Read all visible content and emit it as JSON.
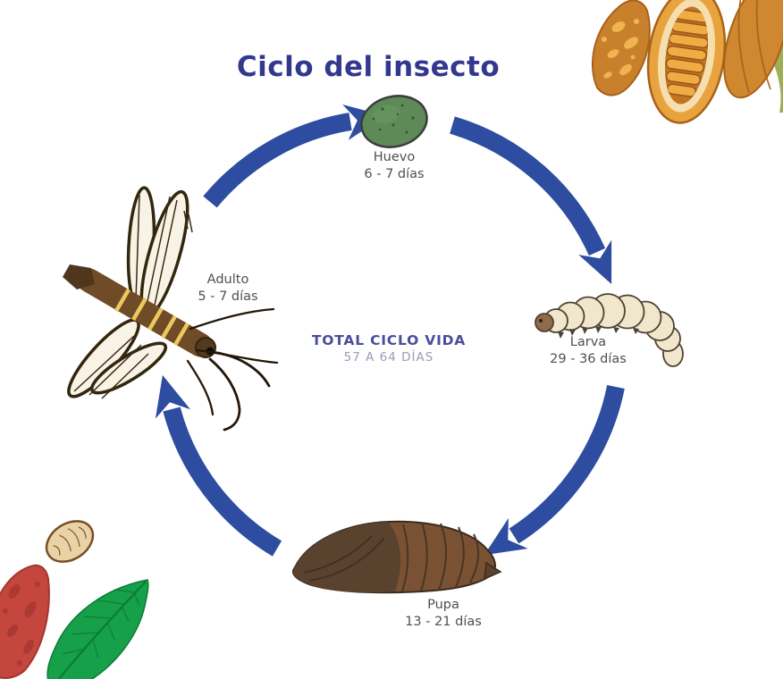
{
  "title": "Ciclo del insecto",
  "cycle": {
    "direction": "clockwise",
    "stages": [
      {
        "id": "huevo",
        "name": "Huevo",
        "duration": "6 - 7 días",
        "position": "top"
      },
      {
        "id": "larva",
        "name": "Larva",
        "duration": "29 - 36 días",
        "position": "right"
      },
      {
        "id": "pupa",
        "name": "Pupa",
        "duration": "13 - 21 días",
        "position": "bottom"
      },
      {
        "id": "adulto",
        "name": "Adulto",
        "duration": "5 - 7 días",
        "position": "left"
      }
    ],
    "total": {
      "label": "TOTAL CICLO VIDA",
      "value": "57 A 64 DÍAS"
    }
  },
  "illustrations": {
    "top": "egg-illustration",
    "right": "larva-illustration",
    "bottom": "pupa-illustration",
    "left": "adult-moth-illustration",
    "decorations": [
      "cacao-pods-illustration",
      "cacao-bean-illustration",
      "red-cacao-pod-illustration",
      "cacao-leaf-illustration"
    ]
  },
  "colors": {
    "title": "#33388f",
    "arrow": "#2e4da0",
    "stage_label": "#4f4f4f",
    "total_label": "#4a4d9c",
    "total_value": "#9a9cb4",
    "egg_green": "#5d8a57",
    "larva_cream": "#f1e7cd",
    "pupa_brown": "#7a5233",
    "moth_brown": "#6f4b27",
    "cacao_orange": "#cf8730",
    "red_pod": "#c5463c",
    "leaf_green": "#16a04a"
  }
}
